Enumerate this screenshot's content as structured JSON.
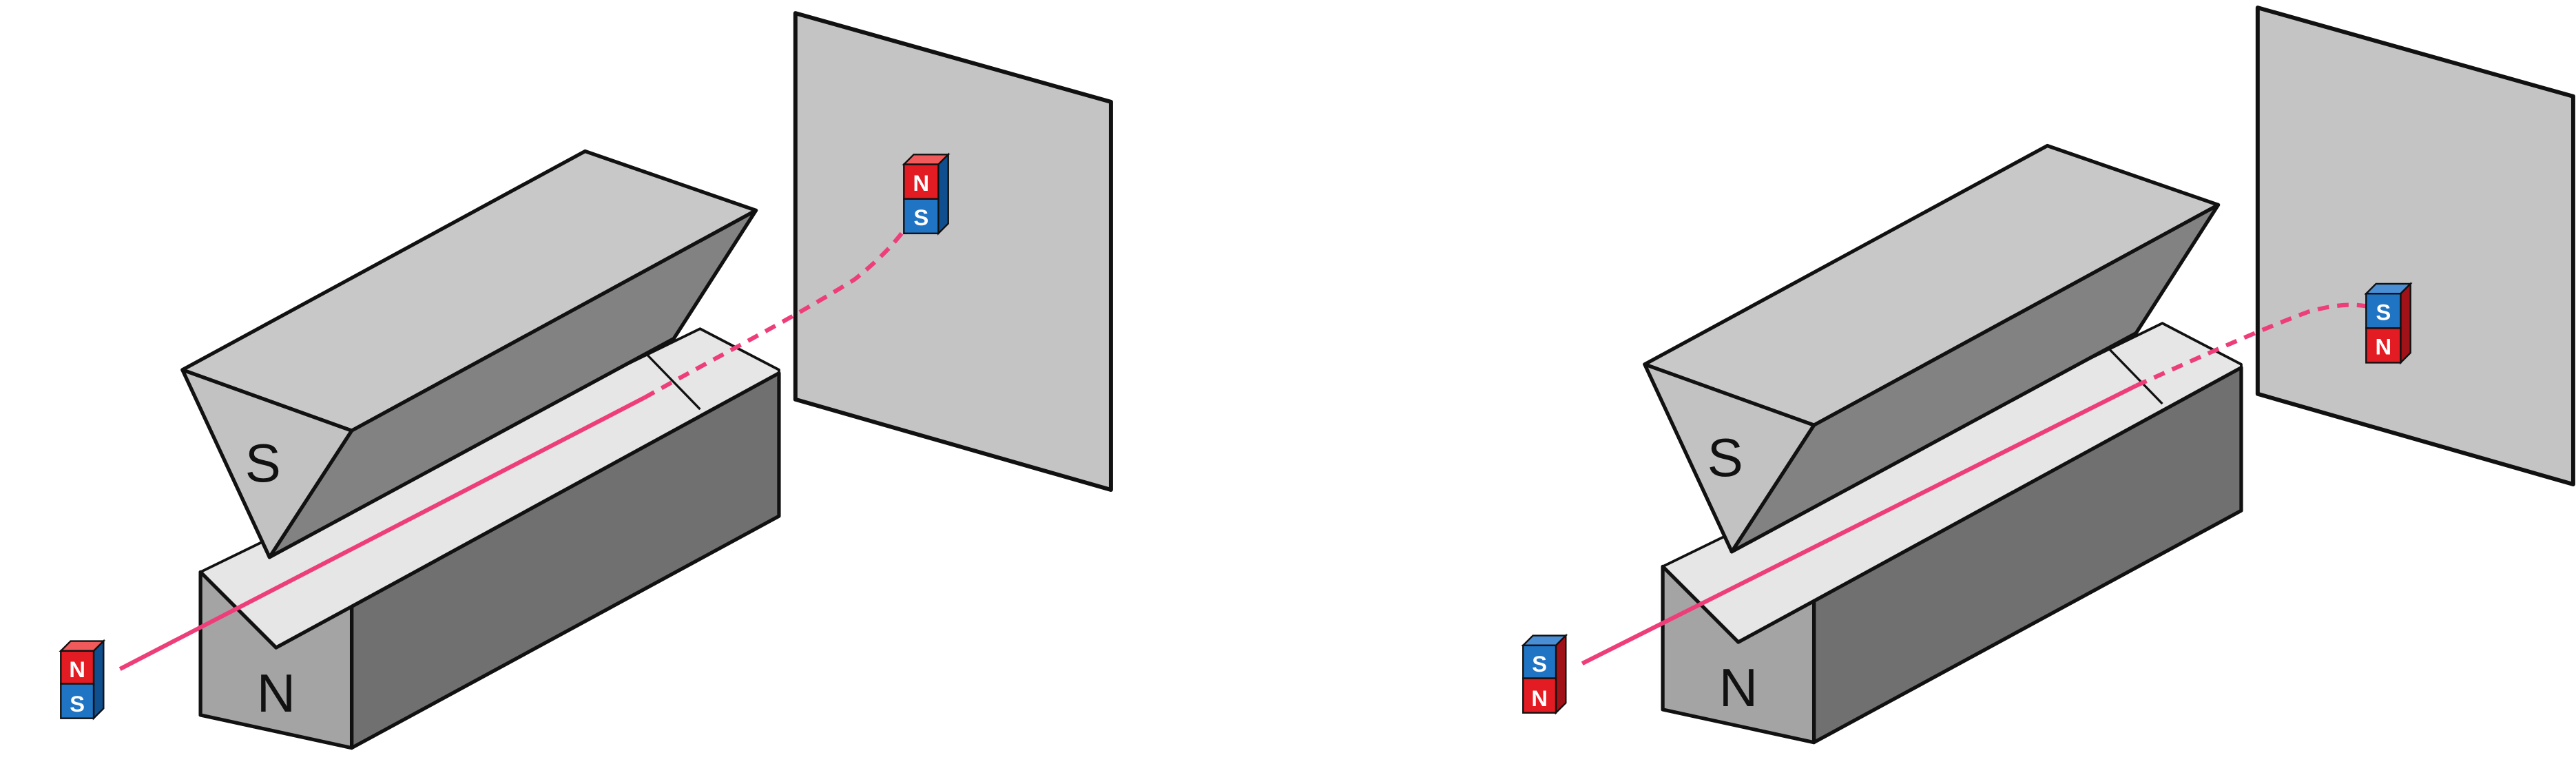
{
  "colors": {
    "top_face": "#d0d0d0",
    "side_face_dark": "#808080",
    "side_face_mid": "#989898",
    "n_front": "#a4a4a4",
    "n_side": "#707070",
    "s_face": "#c2c2c2",
    "channel": "#e6e6e6",
    "screen": "#c4c4c4",
    "beam": "#ee3e7a",
    "north_red": "#e31b23",
    "south_blue": "#1f74c4",
    "outline": "#111111"
  },
  "panels": [
    {
      "id": "left",
      "s_pole_label": "S",
      "n_pole_label": "N",
      "source_magnet": {
        "top_label": "N",
        "bottom_label": "S",
        "top_pole": "north",
        "bottom_pole": "south"
      },
      "deflected_magnet": {
        "top_label": "N",
        "bottom_label": "S",
        "top_pole": "north",
        "bottom_pole": "south"
      }
    },
    {
      "id": "right",
      "s_pole_label": "S",
      "n_pole_label": "N",
      "source_magnet": {
        "top_label": "S",
        "bottom_label": "N",
        "top_pole": "south",
        "bottom_pole": "north"
      },
      "deflected_magnet": {
        "top_label": "S",
        "bottom_label": "N",
        "top_pole": "south",
        "bottom_pole": "north"
      }
    }
  ]
}
